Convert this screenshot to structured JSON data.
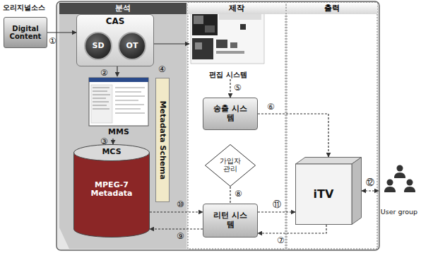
{
  "diagram": {
    "nodes": [
      {
        "text": [
          "Digital Content"
        ]
      },
      {
        "text": [
          "분석"
        ]
      },
      {
        "text": [
          "CAS"
        ],
        "in": 1
      },
      {
        "text": [
          "SD"
        ],
        "in": 2
      },
      {
        "text": [
          "OT"
        ],
        "in": 2
      },
      {
        "text": [
          "MMS"
        ],
        "in": 1
      },
      {
        "text": [
          "MCS",
          "MPEG-7 Metadata"
        ],
        "in": 1
      },
      {
        "text": [
          "Metadata Schema"
        ],
        "in": 1
      },
      {
        "text": [
          "제작"
        ]
      },
      {
        "text": [
          "편집 시스템"
        ],
        "in": 8
      },
      {
        "text": [
          "송출 시스템"
        ],
        "in": 8
      },
      {
        "text": [
          "가입자 관리"
        ],
        "in": 8
      },
      {
        "text": [
          "리턴 시스템"
        ],
        "in": 8
      },
      {
        "text": [
          "출력"
        ]
      },
      {
        "text": [
          "iTV"
        ],
        "in": 13
      },
      {
        "text": [
          "User group"
        ]
      }
    ],
    "edges": [
      {
        "from": 0,
        "to": 2,
        "arrow": "to"
      },
      {
        "from": 2,
        "to": 5,
        "arrow": "to"
      },
      {
        "from": 5,
        "to": 6,
        "arrow": "to"
      },
      {
        "from": 2,
        "to": 9,
        "arrow": "to"
      },
      {
        "from": 9,
        "to": 10,
        "arrow": "to"
      },
      {
        "from": 10,
        "to": 14,
        "arrow": "to"
      },
      {
        "from": 14,
        "to": 12,
        "arrow": "to"
      },
      {
        "from": 11,
        "to": 12,
        "arrow": "none"
      },
      {
        "from": 12,
        "to": 6,
        "arrow": "to"
      },
      {
        "from": 6,
        "to": 12,
        "arrow": "to"
      },
      {
        "from": 12,
        "to": 14,
        "arrow": "to"
      },
      {
        "from": 14,
        "to": 15,
        "arrow": "both"
      }
    ],
    "labels": [
      "오리지널소스",
      "①",
      "②",
      "③",
      "④",
      "⑤",
      "⑥",
      "⑦",
      "⑧",
      "⑨",
      "⑩",
      "⑪",
      "⑫"
    ]
  }
}
